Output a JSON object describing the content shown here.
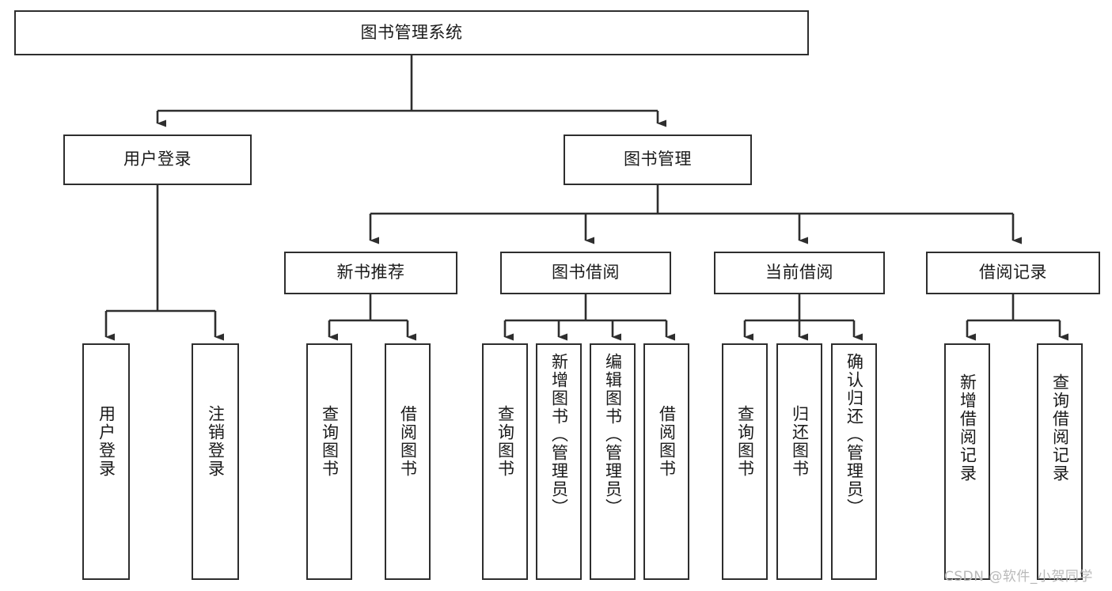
{
  "diagram": {
    "title": "图书管理系统",
    "type": "hierarchical-tree",
    "background_color": "#ffffff",
    "line_color": "#2e2e2e",
    "text_color": "#1a1a1a",
    "levels": 4
  },
  "nodes": {
    "root": {
      "label": "图书管理系统"
    },
    "level2": [
      {
        "id": "user-login",
        "label": "用户登录"
      },
      {
        "id": "book-management",
        "label": "图书管理"
      }
    ],
    "level3": [
      {
        "id": "new-book-recommend",
        "label": "新书推荐",
        "parent": "book-management"
      },
      {
        "id": "book-borrow",
        "label": "图书借阅",
        "parent": "book-management"
      },
      {
        "id": "current-borrow",
        "label": "当前借阅",
        "parent": "book-management"
      },
      {
        "id": "borrow-record",
        "label": "借阅记录",
        "parent": "book-management"
      }
    ],
    "leaves": {
      "user-login": [
        {
          "id": "leaf-user-login",
          "label": "用户登录"
        },
        {
          "id": "leaf-user-logout",
          "label": "注销登录"
        }
      ],
      "new-book-recommend": [
        {
          "id": "leaf-query-book-1",
          "label": "查询图书"
        },
        {
          "id": "leaf-borrow-book-1",
          "label": "借阅图书"
        }
      ],
      "book-borrow": [
        {
          "id": "leaf-query-book-2",
          "label": "查询图书"
        },
        {
          "id": "leaf-add-book",
          "label": "新增图书（管理员）"
        },
        {
          "id": "leaf-edit-book",
          "label": "编辑图书（管理员）"
        },
        {
          "id": "leaf-borrow-book-2",
          "label": "借阅图书"
        }
      ],
      "current-borrow": [
        {
          "id": "leaf-query-book-3",
          "label": "查询图书"
        },
        {
          "id": "leaf-return-book",
          "label": "归还图书"
        },
        {
          "id": "leaf-confirm-return",
          "label": "确认归还（管理员）"
        }
      ],
      "borrow-record": [
        {
          "id": "leaf-add-record",
          "label": "新增借阅记录"
        },
        {
          "id": "leaf-query-record",
          "label": "查询借阅记录"
        }
      ]
    }
  },
  "watermark": {
    "text": "CSDN @软件_小贺同学"
  }
}
